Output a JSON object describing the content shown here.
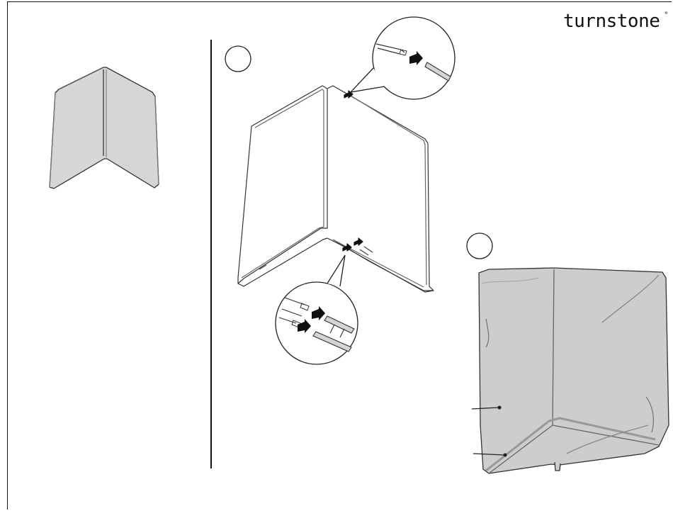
{
  "brand": {
    "name": "turnstone",
    "mark": "°"
  },
  "steps": [
    {
      "id": "step-1",
      "label": ""
    },
    {
      "id": "step-2",
      "label": ""
    }
  ],
  "colors": {
    "line": "#222222",
    "panel_fill": "#d9d9d9",
    "cover_fill": "#cfcfcf",
    "arrow": "#111111"
  },
  "icons": [
    "arrow-right-icon",
    "magnifier-callout-icon"
  ]
}
